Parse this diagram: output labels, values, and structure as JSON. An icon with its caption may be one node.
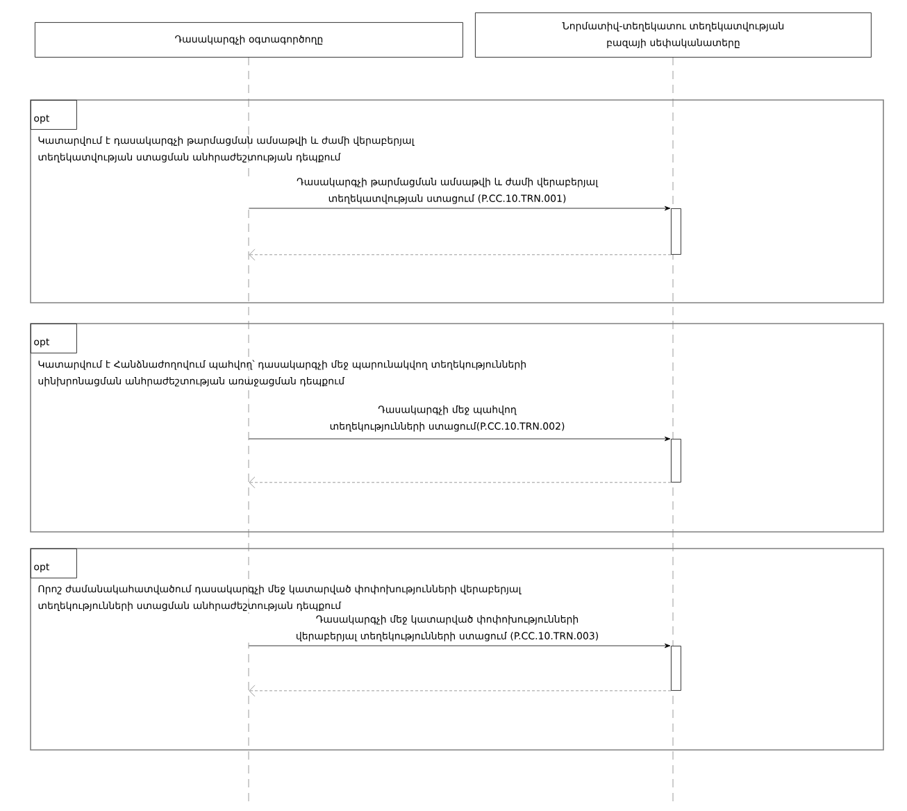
{
  "diagram": {
    "nodes": [
      {
        "text": [
          "Դասակարգչի օգտագործողը"
        ]
      },
      {
        "text": [
          "Նորմատիվ-տեղեկատու տեղեկատվության բազայի սեփականատերը"
        ]
      },
      {
        "text": [
          "opt",
          "Կատարվում է դասակարգչի թարմացման ամսաթվի և ժամի վերաբերյալ տեղեկատվության ստացման անհրաժեշտության դեպքում"
        ]
      },
      {
        "text": [],
        "shape": "bar",
        "in": 2
      },
      {
        "text": [
          "opt",
          "Կատարվում է Հանձնաժողովում պահվող՝ դասակարգչի մեջ պարունակվող տեղեկությունների սինխրոնացման անհրաժեշտության առաջացման դեպքում"
        ]
      },
      {
        "text": [],
        "shape": "bar",
        "in": 4
      },
      {
        "text": [
          "opt",
          "Որոշ ժամանակահատվածում դասակարգչի մեջ կատարված փոփոխությունների վերաբերյալ տեղեկությունների ստացման անհրաժեշտության դեպքում"
        ]
      },
      {
        "text": [],
        "shape": "bar",
        "in": 6
      }
    ],
    "edges": [
      {
        "from": 0,
        "to": 3,
        "arrow": "to",
        "label": "Դասակարգչի թարմացման ամսաթվի և ժամի վերաբերյալ տեղեկատվության ստացում (P.CC.10.TRN.001)"
      },
      {
        "from": 3,
        "to": 0,
        "arrow": "to",
        "style": "dashed",
        "color": "#808080"
      },
      {
        "from": 0,
        "to": 5,
        "arrow": "to",
        "label": "Դասակարգչի մեջ պահվող տեղեկությունների ստացում(P.CC.10.TRN.002)"
      },
      {
        "from": 5,
        "to": 0,
        "arrow": "to",
        "style": "dashed",
        "color": "#808080"
      },
      {
        "from": 0,
        "to": 7,
        "arrow": "to",
        "label": "Դասակարգչի մեջ կատարված փոփոխությունների վերաբերյալ տեղեկությունների ստացում (P.CC.10.TRN.003)"
      },
      {
        "from": 7,
        "to": 0,
        "arrow": "to",
        "style": "dashed",
        "color": "#808080"
      }
    ]
  }
}
